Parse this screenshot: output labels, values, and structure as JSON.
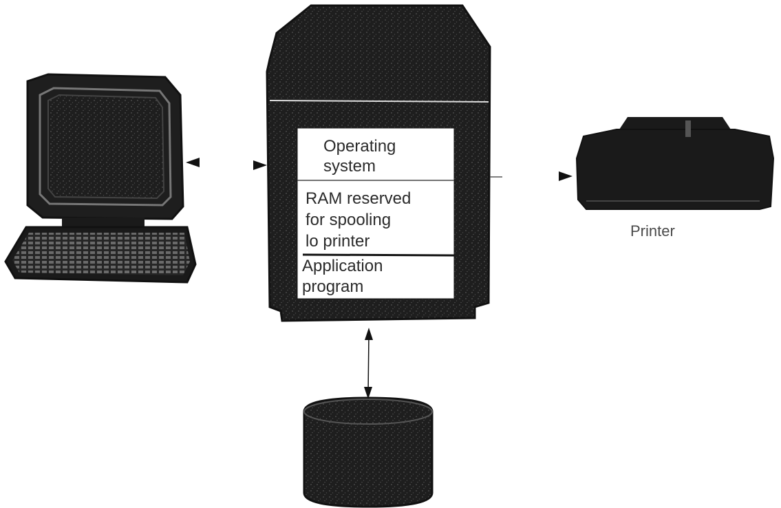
{
  "memory": {
    "sections": [
      {
        "lines": [
          "Operating",
          "system"
        ]
      },
      {
        "lines": [
          "RAM reserved",
          "for spooling",
          "lo printer"
        ]
      },
      {
        "lines": [
          "Application",
          "program"
        ]
      }
    ]
  },
  "printer": {
    "label": "Printer"
  },
  "colors": {
    "device_fill": "#1c1c1c",
    "device_texture": "#3a3a3a",
    "panel_fill": "#ffffff",
    "line": "#222222"
  }
}
